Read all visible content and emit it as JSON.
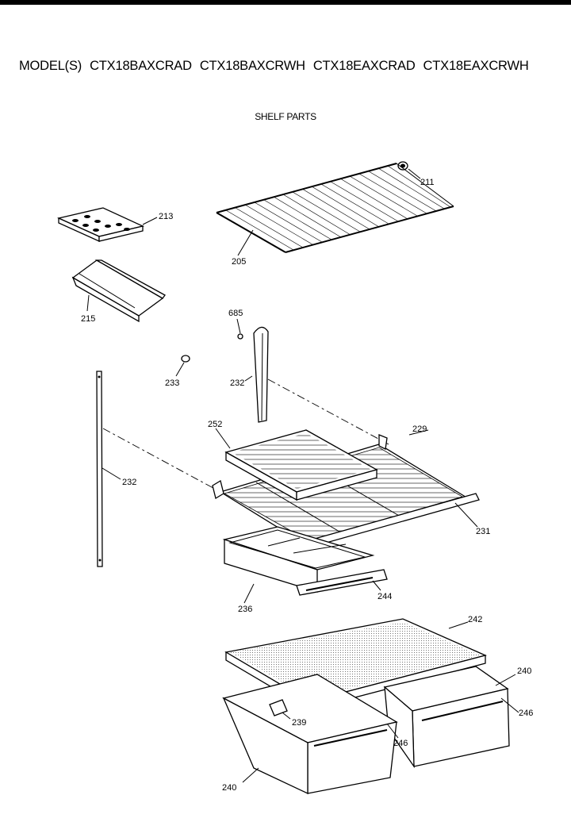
{
  "header": {
    "prefix": "MODEL(S)",
    "models": [
      "CTX18BAXCRAD",
      "CTX18BAXCRWH",
      "CTX18EAXCRAD",
      "CTX18EAXCRWH"
    ],
    "subtitle": "SHELF PARTS"
  },
  "parts": {
    "p211": "211",
    "p213": "213",
    "p205": "205",
    "p215": "215",
    "p685": "685",
    "p233": "233",
    "p232_center": "232",
    "p232_left": "232",
    "p252": "252",
    "p229": "229",
    "p231": "231",
    "p236": "236",
    "p244": "244",
    "p242": "242",
    "p240_right": "240",
    "p246_right": "246",
    "p239": "239",
    "p246_mid": "246",
    "p240_left": "240"
  }
}
